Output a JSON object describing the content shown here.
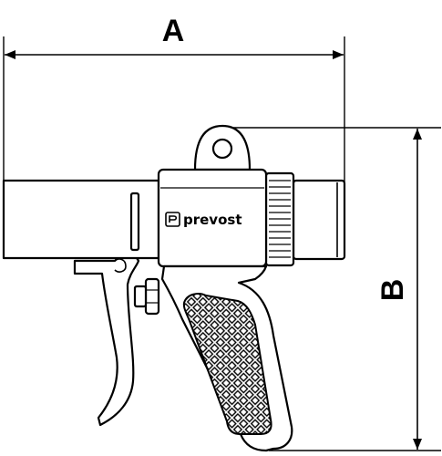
{
  "dimensions": {
    "width_label": "A",
    "height_label": "B"
  },
  "brand": {
    "name": "prevost"
  },
  "colors": {
    "line": "#000000",
    "background": "#ffffff"
  }
}
